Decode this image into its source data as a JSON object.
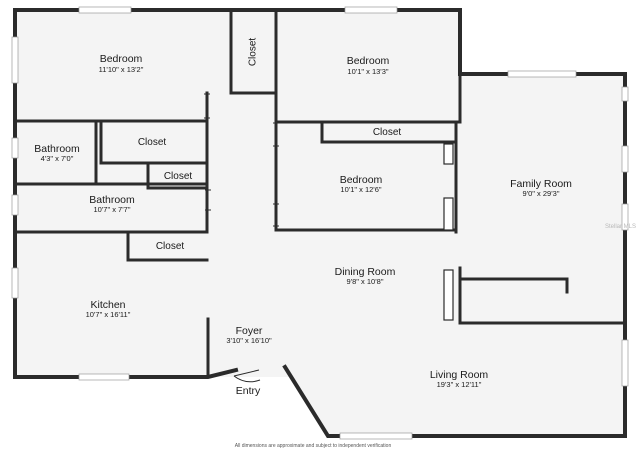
{
  "rooms": {
    "bedroom_1": {
      "name": "Bedroom",
      "dims": "11'10\" x 13'2\""
    },
    "bedroom_2": {
      "name": "Bedroom",
      "dims": "10'1\" x 13'3\""
    },
    "bedroom_3": {
      "name": "Bedroom",
      "dims": "10'1\" x 12'6\""
    },
    "bathroom_1": {
      "name": "Bathroom",
      "dims": "4'3\" x 7'0\""
    },
    "bathroom_2": {
      "name": "Bathroom",
      "dims": "10'7\" x 7'7\""
    },
    "family_room": {
      "name": "Family Room",
      "dims": "9'0\" x 29'3\""
    },
    "dining_room": {
      "name": "Dining Room",
      "dims": "9'8\" x 10'8\""
    },
    "kitchen": {
      "name": "Kitchen",
      "dims": "10'7\" x 16'11\""
    },
    "foyer": {
      "name": "Foyer",
      "dims": "3'10\" x 16'10\""
    },
    "living_room": {
      "name": "Living Room",
      "dims": "19'3\" x 12'11\""
    }
  },
  "closets": {
    "closet_vertical": "Closet",
    "closet_upper_mid": "Closet",
    "closet_small": "Closet",
    "closet_kitchen": "Closet",
    "closet_bedroom3": "Closet"
  },
  "entry_label": "Entry",
  "footnote": "All dimensions are approximate and subject to independent verification",
  "watermark": "Stellar MLS"
}
